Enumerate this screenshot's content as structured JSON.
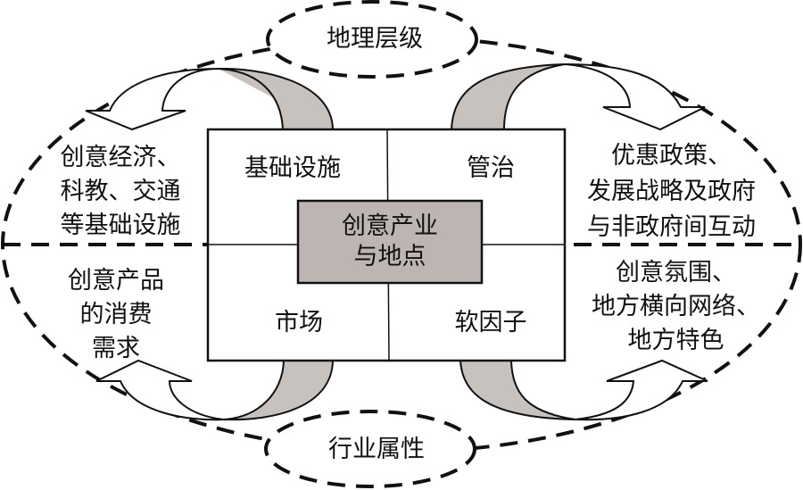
{
  "title": "创意产业与地点",
  "colors": {
    "line": "#111111",
    "arrow_fill": "#c8c2bf",
    "center_fill": "#bdb5b2",
    "background": "#ffffff"
  },
  "top_ellipse_label": "地理层级",
  "bottom_ellipse_label": "行业属性",
  "center": {
    "lines": [
      "创意产业",
      "与地点"
    ]
  },
  "quadrants": {
    "top_left": "基础设施",
    "top_right": "管治",
    "bottom_left": "市场",
    "bottom_right": "软因子"
  },
  "outer": {
    "top_left": {
      "lines": [
        "创意经济、",
        "科教、交通",
        "等基础设施"
      ]
    },
    "top_right": {
      "lines": [
        "优惠政策、",
        "发展战略及政府",
        "与非政府间互动"
      ]
    },
    "bottom_left": {
      "lines": [
        "创意产品",
        "的消费",
        "需求"
      ]
    },
    "bottom_right": {
      "lines": [
        "创意氛围、",
        "地方横向网络、",
        "地方特色"
      ]
    }
  }
}
